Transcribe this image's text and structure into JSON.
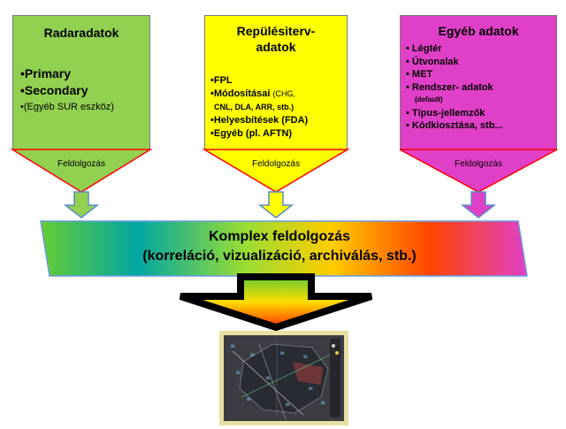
{
  "colors": {
    "radar": "#92d050",
    "flightplan": "#ffff00",
    "other": "#e040c8",
    "label_line": "#ff0000",
    "main_gradient": [
      "#66cc33",
      "#00a7a3",
      "#99dd33",
      "#ffcc00",
      "#ff4400",
      "#e040c8"
    ]
  },
  "boxes": [
    {
      "title": "Radaradatok",
      "items": [
        {
          "text": "•Primary"
        },
        {
          "text": "•Secondary"
        },
        {
          "text": "•(Egyéb SUR eszköz)"
        }
      ],
      "process_label": "Feldolgozás"
    },
    {
      "title": "Repülésiterv-adatok",
      "items": [
        {
          "text": "•FPL"
        },
        {
          "text": "•Módosításai",
          "detail": "(CHG,"
        },
        {
          "text": "CNL, DLA, ARR, stb.)"
        },
        {
          "text": "•Helyesbítések (FDA)"
        },
        {
          "text": "•Egyéb (pl. AFTN)"
        }
      ],
      "process_label": "Feldolgozás"
    },
    {
      "title": "Egyéb adatok",
      "items": [
        {
          "text": "• Légtér"
        },
        {
          "text": "• Útvonalak"
        },
        {
          "text": "• MET"
        },
        {
          "text": "• Rendszer- adatok"
        },
        {
          "text": "(default)"
        },
        {
          "text": "• Típus-jellemzők"
        },
        {
          "text": "• Kódkiosztása, stb..."
        }
      ],
      "process_label": "Feldolgozás"
    }
  ],
  "main": {
    "line1": "Komplex feldolgozás",
    "line2": "(korreláció, vizualizáció, archiválás, stb.)"
  },
  "screen": {
    "icon": "radar-display-screenshot"
  }
}
